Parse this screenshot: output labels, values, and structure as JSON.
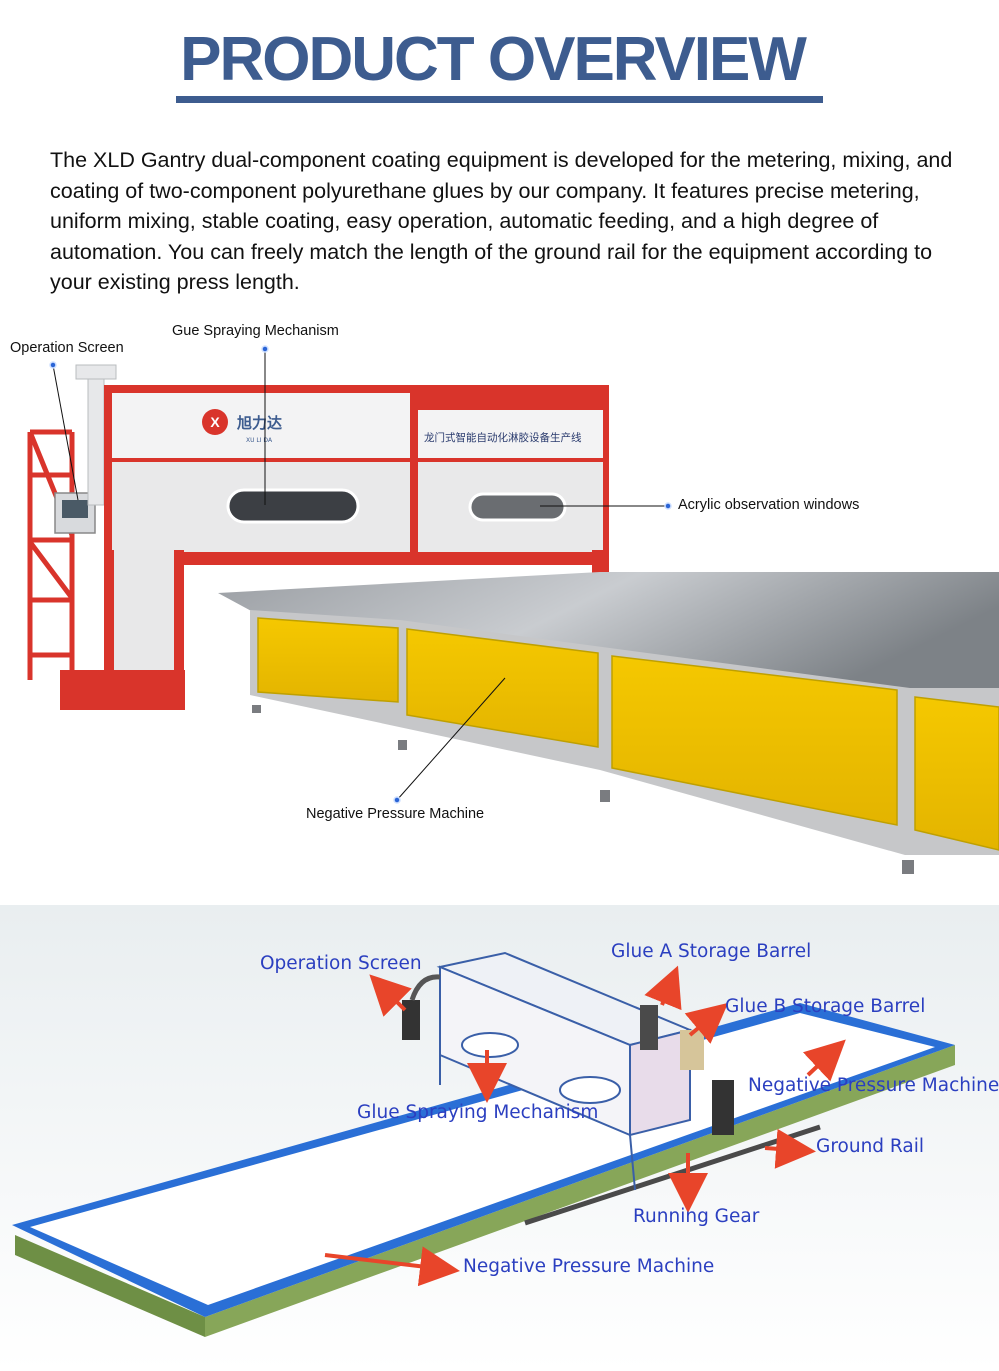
{
  "header": {
    "title": "PRODUCT OVERVIEW"
  },
  "intro": {
    "text": "The XLD Gantry dual-component coating equipment is developed for the metering, mixing, and coating of two-component polyurethane glues by our company. It features precise metering, uniform mixing, stable coating, easy operation, automatic feeding, and a high degree of automation. You can freely match the length of the ground rail for the equipment according to your existing press length."
  },
  "photo": {
    "brand_logo_text": "旭力达",
    "brand_logo_sub": "XU LI DA",
    "panel_sign": "龙门式智能自动化淋胶设备生产线",
    "callouts": {
      "operation_screen": "Operation Screen",
      "gue_spraying": "Gue Spraying Mechanism",
      "acrylic_windows": "Acrylic observation windows",
      "negative_pressure": "Negative Pressure Machine"
    },
    "colors": {
      "frame": "#d9342b",
      "panel": "#f2c200",
      "callout_dot": "#2a64d6"
    }
  },
  "render": {
    "labels": {
      "operation_screen": "Operation Screen",
      "glue_a": "Glue A Storage Barrel",
      "glue_b": "Glue B Storage Barrel",
      "negative_pressure_right": "Negative Pressure Machine",
      "glue_spraying": "Glue Spraying Mechanism",
      "ground_rail": "Ground Rail",
      "running_gear": "Running Gear",
      "negative_pressure_bottom": "Negative Pressure Machine"
    },
    "colors": {
      "label": "#2b3fc0",
      "arrow": "#e8452a",
      "table_border": "#2a6fd6",
      "base": "#7c9a50"
    }
  }
}
